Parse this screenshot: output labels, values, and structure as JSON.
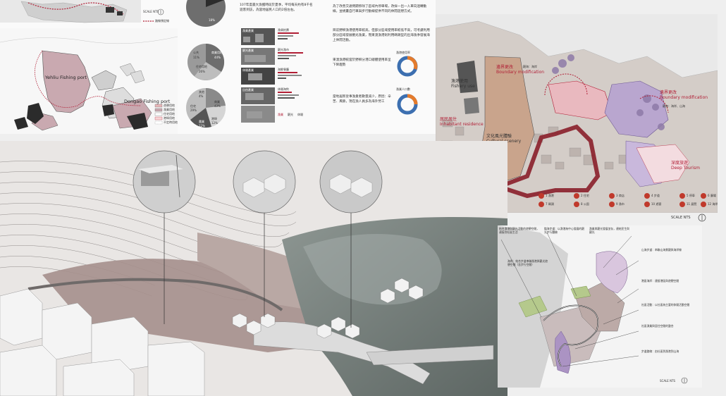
{
  "top_left": {
    "legend_top": [
      "路線預定線"
    ],
    "scale_top": "SCALE NTS",
    "port_labels": [
      "Yehliu Fishing port",
      "Dongao Fishing port"
    ],
    "legend_bottom": [
      "遊憩用地",
      "漁業用地",
      "住宅用地",
      "港埠用地",
      "不定時用地"
    ]
  },
  "stats": {
    "intro_paragraph": "107年度最大漁獲時段於夏季，平均每天約有8千名遊客到訪，為當地居民人口的2倍左右。",
    "pie_top_labels": [
      "18%"
    ],
    "pie_mid_labels": [
      "商業用地",
      "44%",
      "住宅用地",
      "26%",
      "公共",
      "11%"
    ],
    "pie_bottom_labels": [
      "其他",
      "4%",
      "商業",
      "43%",
      "住宅",
      "29%",
      "農業",
      "12%",
      "港埠",
      "12%"
    ],
    "photo_labels": [
      "漁業產業",
      "觀光產業",
      "休閒產業",
      "自由產業"
    ],
    "photo_items": [
      "漁貨拍賣",
      "觀光漁市",
      "海鮮餐廳",
      "休閒海釣"
    ],
    "bar_legend": [
      "漁業",
      "觀光",
      "休閒"
    ]
  },
  "mid_text": {
    "para1": "為了改善交通問題移除了區域內停車場，改採一出一入單向迴轉動線，並規畫自行車與步行動線提供不同的休閒遊憩方式。",
    "para2": "目前野柳漁港使用率較高，但部分區域使用率較低不高，可考慮利用部分區域發展觀光漁業，而東澳漁港則利用碼頭型的出海漁季發展海上休閒活動。",
    "item1": "東澳漁港較當於野柳分港口總體使用率呈下降趨勢",
    "item2": "當地居民從事漁業者數量減少，原因：辛苦、風險，現在漁人員多為海外勞工",
    "donut_labels": [
      "漁港使用率",
      "漁業人口數"
    ]
  },
  "right_map": {
    "labels": {
      "fishery_use": "漁港使用\nFishery use",
      "boundary1": "邊界更改\nBoundary modification",
      "boundary2": "邊界更改\nBoundary modification",
      "inhabitant": "居民居住\nInhabitant residence",
      "cultural": "文化風光體驗\nCultural scenery",
      "deep_tourism": "深度旅遊\nDeep Tourism",
      "ocean": "觀海：海岸",
      "mountain": "觀海：海岸、山海"
    },
    "scale": "SCALE NTS",
    "legend_items": [
      "1 漁港",
      "2 住宅",
      "3 商店",
      "4 步道",
      "5 停車",
      "6 廣場",
      "7 碼頭",
      "8 公園",
      "9 漁市",
      "10 遊客",
      "11 展覽",
      "12 海岸"
    ]
  },
  "bottom_right": {
    "scale": "SCALE NTS",
    "notes_left": [
      "結合漁港與觀光活動的遊憩空間，連接到社區生活",
      "臨海步道：以漁港為中心發展的觀光步行體驗",
      "海岸：結合步道串聯漁港與觀光遊憩空間（含步行空間）"
    ],
    "notes_right": [
      "漁業與觀光發展並存，連結民生與觀光",
      "山海步道：串聯山海景觀與海岸線",
      "港區海岸：連接港區與遊憩空間",
      "社區活動：以社區為主要的休閒活動空間",
      "社區漁業與居住空間的整合",
      "步道路線：由社區到漁港到山海"
    ]
  }
}
